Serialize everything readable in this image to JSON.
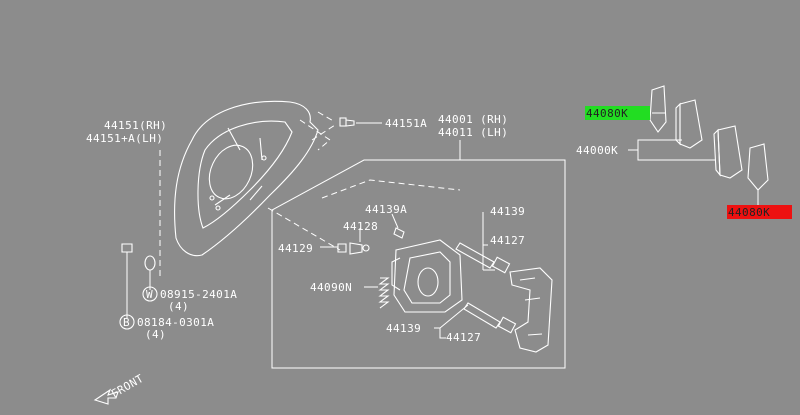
{
  "labels": {
    "shield_rh": "44151(RH)",
    "shield_lh": "44151+A(LH)",
    "bolt_44151a": "44151A",
    "caliper_rh": "44001 (RH)",
    "caliper_lh": "44011 (LH)",
    "p44139a": "44139A",
    "p44128": "44128",
    "p44129": "44129",
    "p44139_top": "44139",
    "p44127_top": "44127",
    "p44090n": "44090N",
    "p44139_bot": "44139",
    "p44127_bot": "44127",
    "washer": "08915-2401A",
    "washer_qty": "(4)",
    "washer_mark": "W",
    "bolt": "08184-0301A",
    "bolt_qty": "(4)",
    "bolt_mark": "B",
    "pad_kit": "44000K",
    "pads_green": "44080K",
    "pads_red": "44080K",
    "front": "FRONT"
  },
  "highlights": {
    "green": "#22dd22",
    "red": "#ee1111"
  }
}
